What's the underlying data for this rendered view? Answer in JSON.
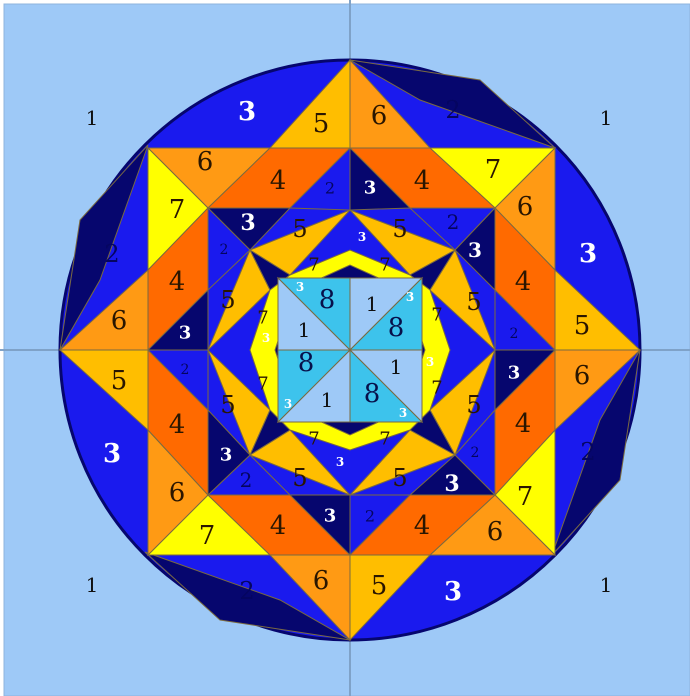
{
  "colors": {
    "1": "#9ec9f7",
    "2": "#1a1aee",
    "3": "#06066e",
    "4": "#ff6a00",
    "5": "#ffbe00",
    "6": "#ff9a14",
    "7": "#ffff00",
    "8": "#3dc3ec",
    "outline": "#7a6a40",
    "axis": "#7fa2c8"
  },
  "label_colors": {
    "1": "#101010",
    "2": "#050560",
    "3": "#ffffff",
    "4": "#2a1600",
    "5": "#2a1600",
    "6": "#2a1600",
    "7": "#2a1600",
    "8": "#07104a"
  },
  "regions": [
    {
      "n": "1"
    },
    {
      "n": "2"
    },
    {
      "n": "3"
    },
    {
      "n": "4"
    },
    {
      "n": "5"
    },
    {
      "n": "6"
    },
    {
      "n": "7"
    },
    {
      "n": "8"
    }
  ]
}
